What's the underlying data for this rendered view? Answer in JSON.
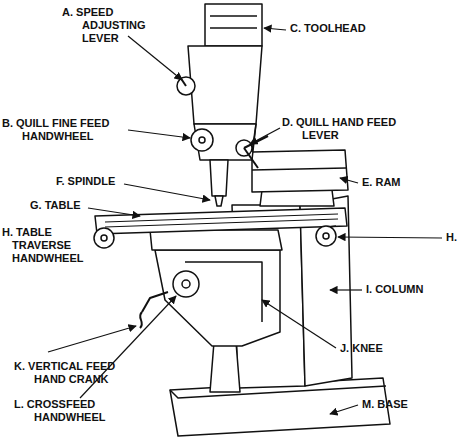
{
  "diagram": {
    "labels": [
      "A. SPEED ADJUSTING LEVER",
      "B. QUILL FINE FEED HANDWHEEL",
      "C. TOOLHEAD",
      "D. QUILL HAND FEED LEVER",
      "E. RAM",
      "F. SPINDLE",
      "G. TABLE",
      "H. TABLE TRAVERSE HANDWHEEL",
      "H.",
      "I. COLUMN",
      "J. KNEE",
      "K. VERTICAL FEED HAND CRANK",
      "L. CROSSFEED HANDWHEEL",
      "M. BASE"
    ]
  }
}
